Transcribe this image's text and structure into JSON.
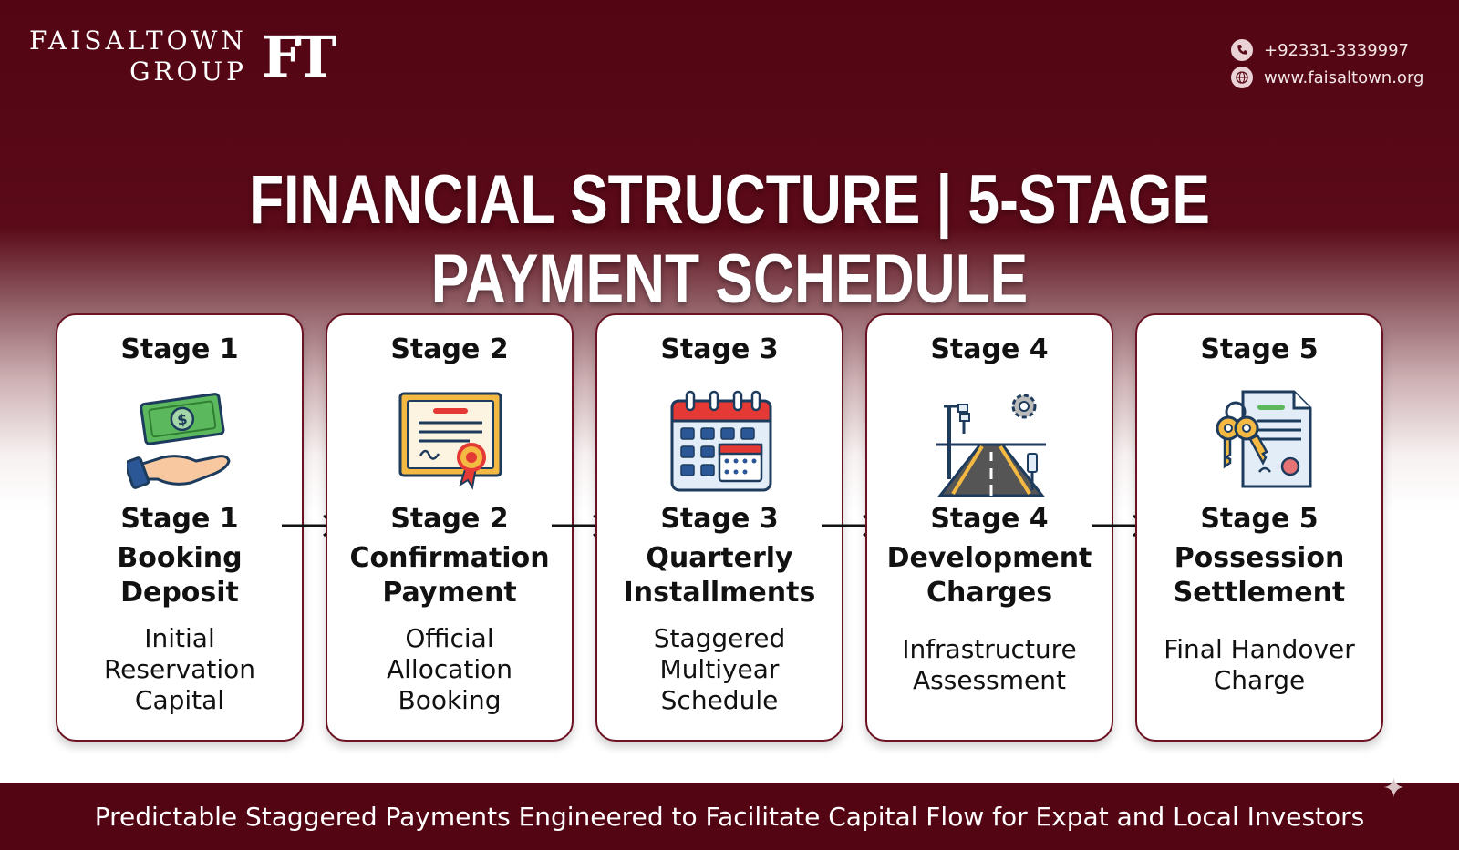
{
  "brand": {
    "line1": "FAISALTOWN",
    "line2": "GROUP",
    "mark": "FT"
  },
  "contact": {
    "phone": "+92331-3339997",
    "website": "www.faisaltown.org",
    "phone_icon": "phone-icon",
    "web_icon": "globe-icon"
  },
  "title": "FINANCIAL STRUCTURE | 5-STAGE PAYMENT SCHEDULE",
  "stages": [
    {
      "head": "Stage 1",
      "stage": "Stage 1",
      "name": "Booking Deposit",
      "desc": "Initial Reservation Capital",
      "icon": "cash-hand-icon"
    },
    {
      "head": "Stage 2",
      "stage": "Stage 2",
      "name": "Confirmation Payment",
      "desc": "Official Allocation Booking",
      "icon": "certificate-icon"
    },
    {
      "head": "Stage 3",
      "stage": "Stage 3",
      "name": "Quarterly Installments",
      "desc": "Staggered Multiyear Schedule",
      "icon": "calendar-icon"
    },
    {
      "head": "Stage 4",
      "stage": "Stage 4",
      "name": "Development Charges",
      "desc": "Infrastructure Assessment",
      "icon": "road-icon"
    },
    {
      "head": "Stage 5",
      "stage": "Stage 5",
      "name": "Possession Settlement",
      "desc": "Final Handover Charge",
      "icon": "keys-document-icon"
    }
  ],
  "footer": "Predictable Staggered Payments Engineered to Facilitate Capital Flow for Expat and Local Investors",
  "colors": {
    "maroon": "#530513",
    "card_border": "#6b1322"
  }
}
